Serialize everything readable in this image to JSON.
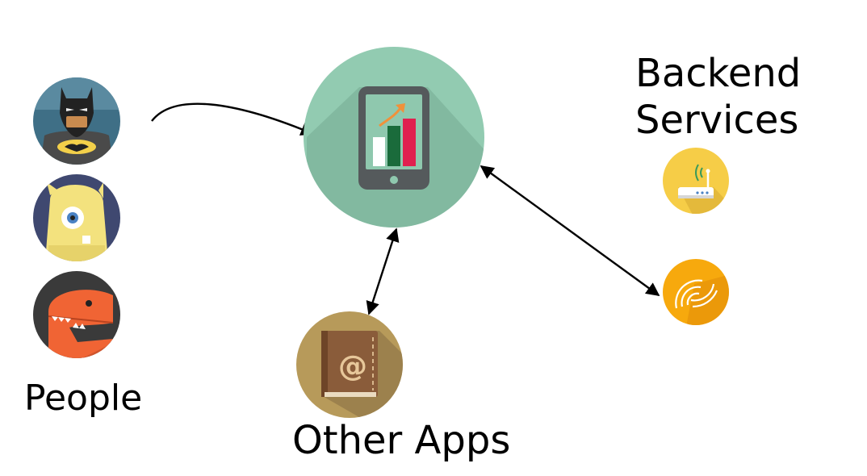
{
  "labels": {
    "backend_line1": "Backend",
    "backend_line2": "Services",
    "people": "People",
    "other_apps": "Other Apps"
  },
  "nodes": {
    "people": [
      "batman-avatar",
      "monster-avatar",
      "dinosaur-avatar"
    ],
    "center": "mobile-app-chart-icon",
    "other_apps": "address-book-icon",
    "backend": [
      "router-icon",
      "wireless-signal-icon"
    ]
  },
  "colors": {
    "center_circle": "#92cbb1",
    "center_shadow": "#7cb39b",
    "phone_body": "#555a5c",
    "phone_screen": "#8fc8ae",
    "bar_white": "#ffffff",
    "bar_green": "#1a6b3b",
    "bar_red": "#e0204f",
    "arrow_orange": "#f0913a",
    "batman_bg": "#3f6f86",
    "monster_bg": "#3f4870",
    "monster_body": "#f3e27e",
    "dino_bg": "#3a3a3a",
    "dino_body": "#f06434",
    "book_bg": "#b79a5a",
    "book_cover": "#8a5c3a",
    "router_bg": "#f6cd47",
    "signal_bg": "#f7a90d"
  },
  "edges": [
    {
      "from": "people",
      "to": "center",
      "direction": "to-center"
    },
    {
      "from": "center",
      "to": "other_apps",
      "direction": "both"
    },
    {
      "from": "center",
      "to": "backend",
      "direction": "both"
    }
  ]
}
